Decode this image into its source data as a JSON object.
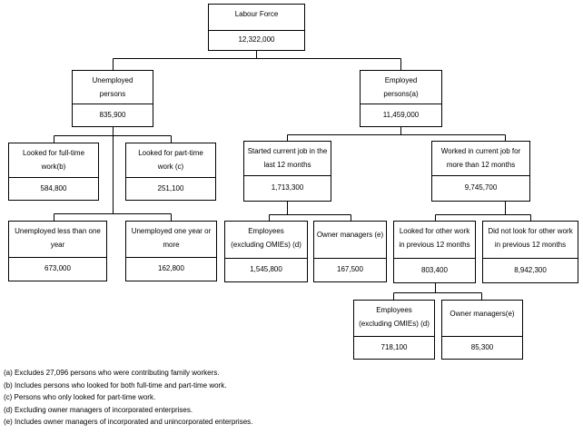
{
  "nodes": {
    "labour_force": {
      "label": "Labour Force",
      "value": "12,322,000"
    },
    "unemployed": {
      "label": "Unemployed\npersons",
      "value": "835,900"
    },
    "employed": {
      "label": "Employed\npersons(a)",
      "value": "11,459,000"
    },
    "looked_full_time": {
      "label": "Looked for full-time\nwork(b)",
      "value": "584,800"
    },
    "looked_part_time": {
      "label": "Looked for part-time\nwork (c)",
      "value": "251,100"
    },
    "started_current_job": {
      "label": "Started current job in the\nlast 12 months",
      "value": "1,713,300"
    },
    "worked_current_job": {
      "label": "Worked in current job for\nmore than 12 months",
      "value": "9,745,700"
    },
    "unemployed_less_year": {
      "label": "Unemployed less than one\nyear",
      "value": "673,000"
    },
    "unemployed_year_more": {
      "label": "Unemployed one year or\nmore",
      "value": "162,800"
    },
    "employees_started": {
      "label": "Employees\n(excluding OMIEs) (d)",
      "value": "1,545,800"
    },
    "owner_managers_started": {
      "label": "Owner managers (e)",
      "value": "167,500"
    },
    "looked_other_work": {
      "label": "Looked for other work\nin previous 12 months",
      "value": "803,400"
    },
    "did_not_look": {
      "label": "Did not look for other work\nin previous 12 months",
      "value": "8,942,300"
    },
    "employees_looked": {
      "label": "Employees\n(excluding OMIEs) (d)",
      "value": "718,100"
    },
    "owner_managers_looked": {
      "label": "Owner managers(e)",
      "value": "85,300"
    }
  },
  "footnotes": [
    "(a) Excludes 27,096 persons who were contributing family workers.",
    "(b) Includes persons who looked for both full-time and part-time work.",
    "(c) Persons who only looked for part-time work.",
    "(d) Excluding owner managers of incorporated enterprises.",
    "(e) Includes owner managers of incorporated and unincorporated enterprises."
  ]
}
